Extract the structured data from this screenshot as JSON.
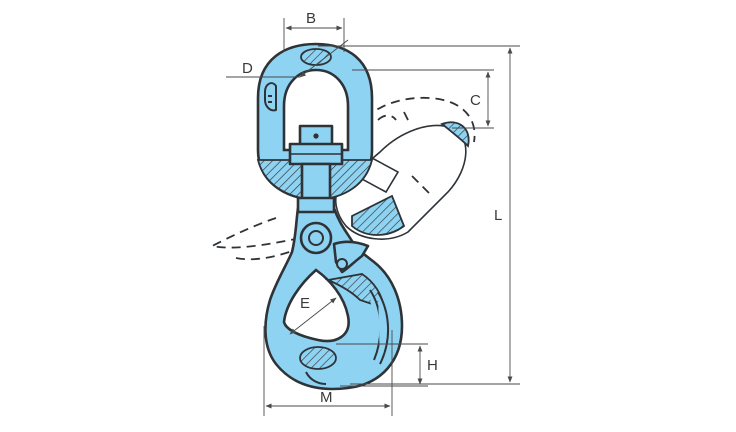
{
  "diagram": {
    "subject": "swivel-self-locking-hook",
    "colors": {
      "steel": "#8fd3f2",
      "outline": "#2e3338",
      "hatch": "#2e3338",
      "dimension_line": "#4a4a4a",
      "label": "#3a3a3a"
    },
    "dimension_labels": {
      "B": "B",
      "C": "C",
      "D": "D",
      "E": "E",
      "H": "H",
      "L": "L",
      "M": "M"
    }
  }
}
